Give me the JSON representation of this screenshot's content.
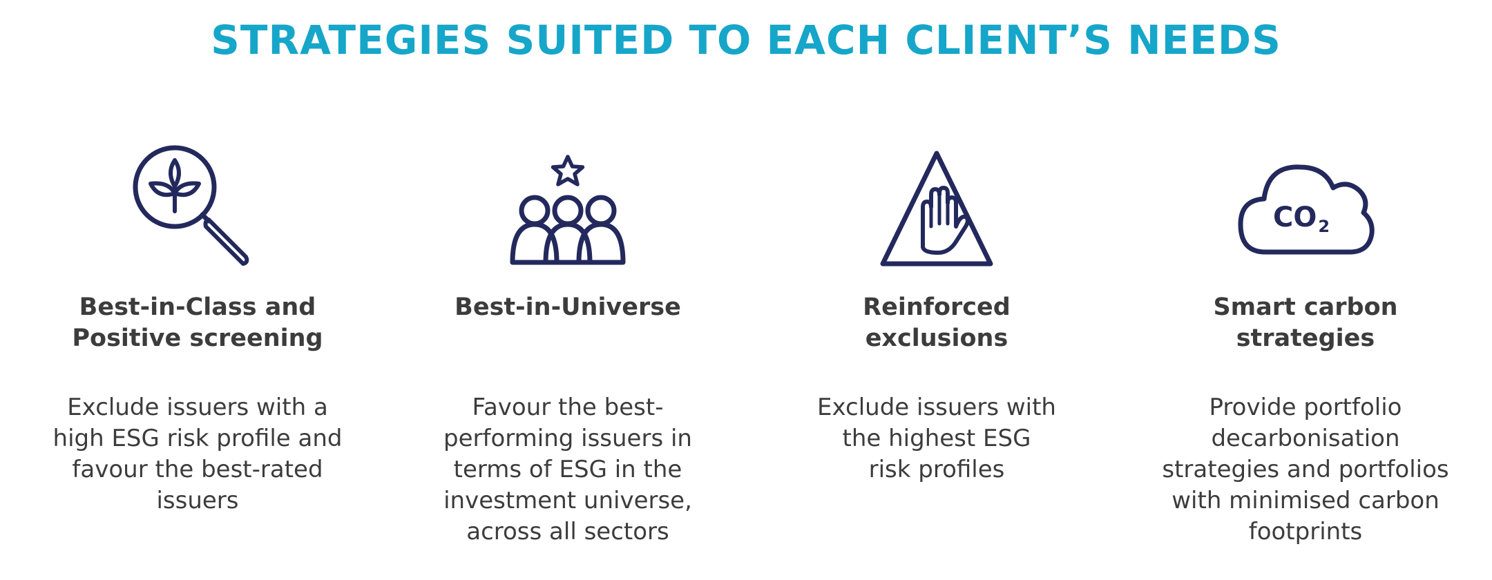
{
  "page": {
    "title": "STRATEGIES SUITED TO EACH CLIENT’S NEEDS"
  },
  "colors": {
    "title": "#16a6c9",
    "icon": "#23295c",
    "heading": "#3c3c3c",
    "text": "#3c3c3c",
    "background": "#ffffff"
  },
  "strategies": [
    {
      "icon": "magnifier-leaf-icon",
      "heading_lines": [
        "Best-in-Class and",
        "Positive screening"
      ],
      "desc_lines": [
        "Exclude issuers with a",
        "high ESG risk profile and",
        "favour the best-rated",
        "issuers"
      ]
    },
    {
      "icon": "people-star-icon",
      "heading_lines": [
        "Best-in-Universe"
      ],
      "desc_lines": [
        "Favour the best-",
        "performing issuers in",
        "terms of ESG in the",
        "investment universe,",
        "across all sectors"
      ]
    },
    {
      "icon": "warning-hand-icon",
      "heading_lines": [
        "Reinforced",
        "exclusions"
      ],
      "desc_lines": [
        "Exclude issuers with",
        "the highest ESG",
        "risk profiles"
      ]
    },
    {
      "icon": "co2-cloud-icon",
      "icon_text": "CO",
      "icon_subscript": "2",
      "heading_lines": [
        "Smart carbon",
        "strategies"
      ],
      "desc_lines": [
        "Provide portfolio",
        "decarbonisation",
        "strategies and portfolios",
        "with minimised carbon",
        "footprints"
      ]
    }
  ]
}
